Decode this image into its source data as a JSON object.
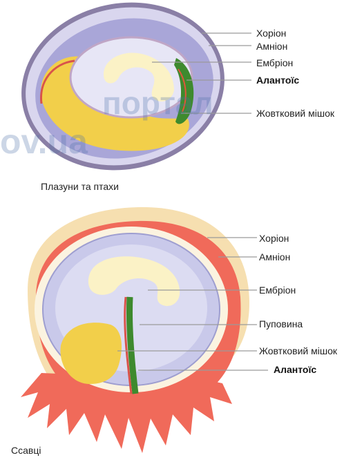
{
  "top_diagram": {
    "caption": "Плазуни та птахи",
    "labels": {
      "chorion": "Хоріон",
      "amnion": "Амніон",
      "embryo": "Ембріон",
      "allantois": "Алантоїс",
      "yolk_sac": "Жовтковий мішок"
    }
  },
  "bottom_diagram": {
    "caption": "Ссавці",
    "labels": {
      "chorion": "Хоріон",
      "amnion": "Амніон",
      "embryo": "Ембріон",
      "umbilical_cord": "Пуповина",
      "yolk_sac": "Жовтковий мішок",
      "allantois": "Алантоїс"
    }
  },
  "watermark": {
    "line1": "портал",
    "line2": "ov.ua"
  },
  "colors": {
    "shell": "#8a7fa6",
    "amnion": "#c9c9ea",
    "yolk": "#f2cf4a",
    "allantois_green": "#3e8a2e",
    "placenta": "#f06a5a",
    "chorion_tan": "#f6dfb0"
  }
}
